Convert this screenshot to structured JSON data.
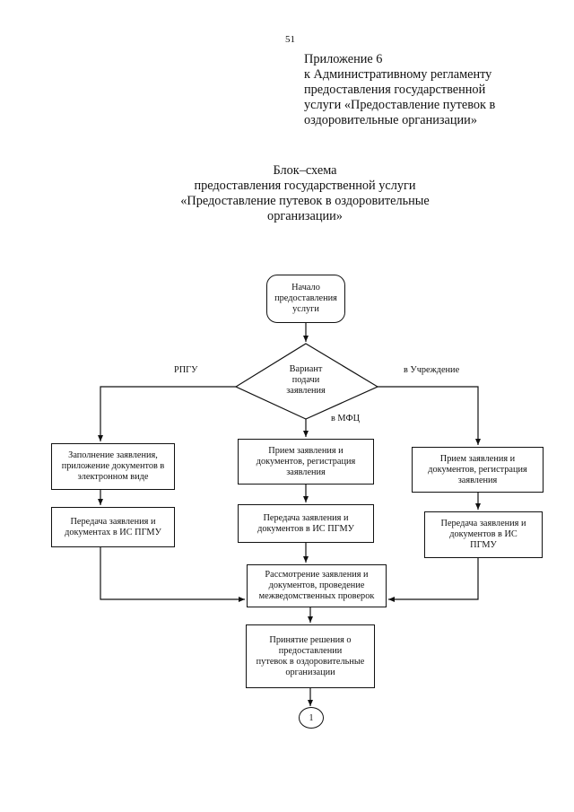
{
  "page_number": "51",
  "appendix": {
    "lines": [
      "Приложение 6",
      "к Административному регламенту",
      "предоставления государственной",
      "услуги «Предоставление путевок в",
      "оздоровительные организации»"
    ]
  },
  "scheme_title": {
    "lines": [
      "Блок–схема",
      "предоставления государственной услуги",
      "«Предоставление путевок в оздоровительные",
      "организации»"
    ]
  },
  "flow": {
    "start": "Начало\nпредоставления\nуслуги",
    "decision": "Вариант\nподачи\nзаявления",
    "branch_left": "РПГУ",
    "branch_center": "в МФЦ",
    "branch_right": "в Учреждение",
    "left_step1": "Заполнение заявления,\nприложение документов в\nэлектронном виде",
    "left_step2": "Передача заявления и\nдокументах в ИС ПГМУ",
    "center_step1": "Прием заявления и\nдокументов, регистрация\nзаявления",
    "center_step2": "Передача заявления и\nдокументов в ИС ПГМУ",
    "right_step1": "Прием заявления и\nдокументов, регистрация\nзаявления",
    "right_step2": "Передача заявления и\nдокументов в ИС\nПГМУ",
    "review": "Рассмотрение заявления и\nдокументов, проведение\nмежведомственных проверок",
    "decision_final": "Принятие решения о\nпредоставлении\nпутевок в оздоровительные\nорганизации",
    "connector": "1"
  }
}
